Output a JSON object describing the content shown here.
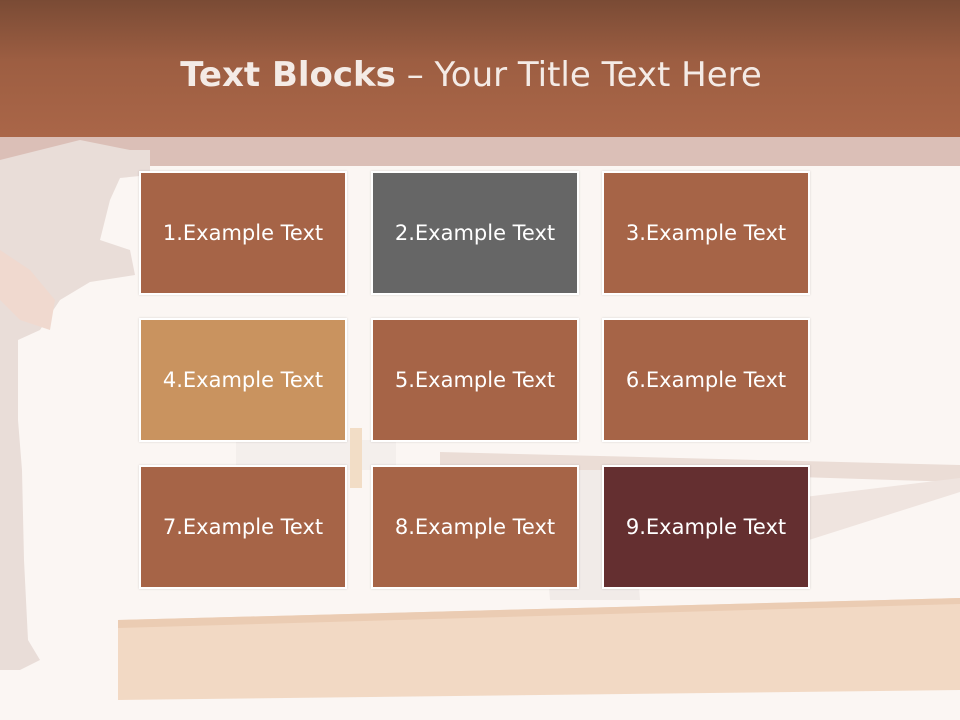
{
  "title": {
    "bold": "Text Blocks",
    "light": "– Your Title Text Here"
  },
  "blocks": [
    {
      "label": "1.Example Text",
      "color": "#a66447"
    },
    {
      "label": "2.Example Text",
      "color": "#666666"
    },
    {
      "label": "3.Example Text",
      "color": "#a66447"
    },
    {
      "label": "4.Example Text",
      "color": "#c9935f"
    },
    {
      "label": "5.Example Text",
      "color": "#a66447"
    },
    {
      "label": "6.Example Text",
      "color": "#a66447"
    },
    {
      "label": "7.Example Text",
      "color": "#a66447"
    },
    {
      "label": "8.Example Text",
      "color": "#a66447"
    },
    {
      "label": "9.Example Text",
      "color": "#642f30"
    }
  ],
  "colors": {
    "header": "#9d5e42",
    "header_band": "#dbbfb7",
    "background": "#fbf6f3"
  }
}
